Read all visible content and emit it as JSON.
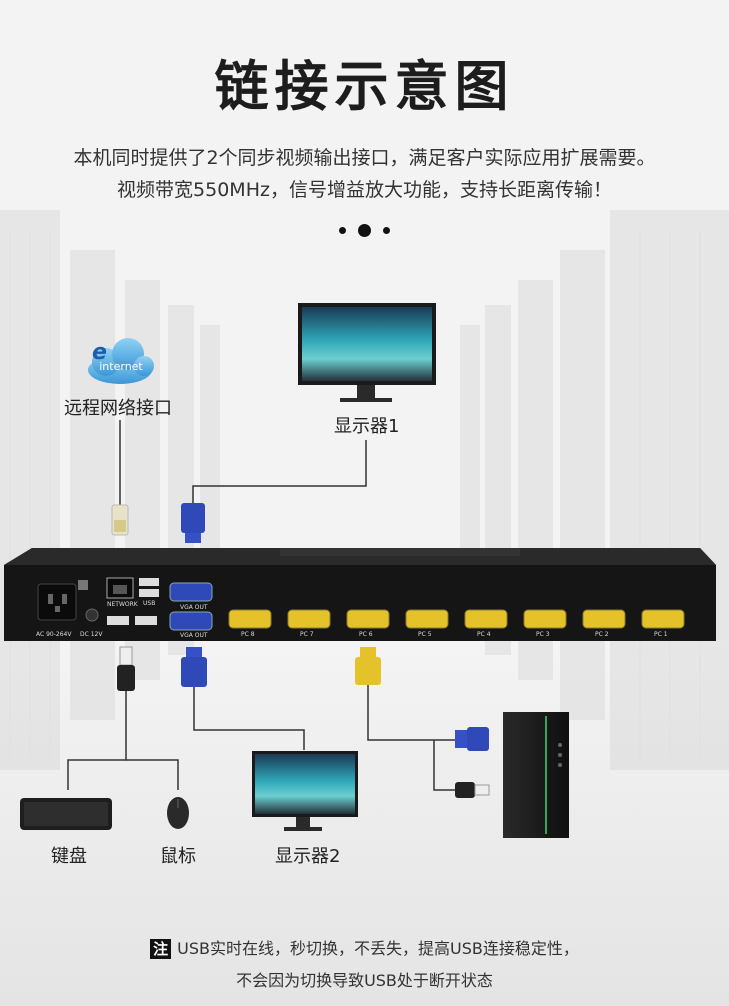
{
  "title": "链接示意图",
  "subtitle_line1": "本机同时提供了2个同步视频输出接口，满足客户实际应用扩展需要。",
  "subtitle_line2": "视频带宽550MHz，信号增益放大功能，支持长距离传输！",
  "cloud_text": "internet",
  "labels": {
    "remote_network": "远程网络接口",
    "monitor1": "显示器1",
    "monitor2": "显示器2",
    "keyboard": "键盘",
    "mouse": "鼠标"
  },
  "device_ports": {
    "network": "NETWORK",
    "usb": "USB",
    "vga_out_top": "VGA OUT",
    "vga_out_bottom": "VGA OUT",
    "power": "AC 90-264V",
    "dc": "DC 12V",
    "pc_ports": [
      "PC 8",
      "PC 7",
      "PC 6",
      "PC 5",
      "PC 4",
      "PC 3",
      "PC 2",
      "PC 1"
    ]
  },
  "note": {
    "tag": "注",
    "line1": "USB实时在线，秒切换，不丢失，提高USB连接稳定性，",
    "line2": "不会因为切换导致USB处于断开状态"
  },
  "colors": {
    "vga_blue": "#2f49b8",
    "vga_yellow": "#e6c22a",
    "device_body": "#1c1c1c"
  }
}
